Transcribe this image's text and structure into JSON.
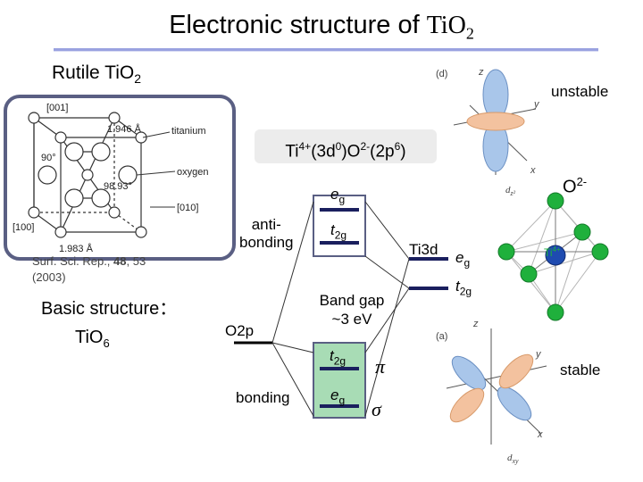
{
  "title": {
    "prefix": "Electronic structure of ",
    "formula": "TiO",
    "formula_sub": "2"
  },
  "rutile_label": {
    "text": "Rutile TiO",
    "sub": "2"
  },
  "crystal": {
    "axis_001": "[001]",
    "axis_100": "[100]",
    "axis_010": "[010]",
    "bond_long": "1.946 Å",
    "bond_short": "1.983 Å",
    "angle_90": "90°",
    "angle_98": "98.93°",
    "label_titanium": "titanium",
    "label_oxygen": "oxygen"
  },
  "citation": {
    "journal": "Surf. Sci. Rep., ",
    "volume": "48",
    "pages": ", 53",
    "year": "(2003)"
  },
  "basic_structure": {
    "label": "Basic structure：",
    "formula": "TiO",
    "formula_sub": "6"
  },
  "configuration": {
    "ti": "Ti",
    "ti_sup": "4+",
    "ti_orb": "(3d",
    "ti_occ": "0",
    "o": ")O",
    "o_sup": "2-",
    "o_orb": "(2p",
    "o_occ": "6",
    "close": ")"
  },
  "mo_diagram": {
    "antibonding": "anti-\nbonding",
    "bonding": "bonding",
    "o2p": "O2p",
    "ti3d": "Ti3d",
    "band_gap": "Band gap\n~3 eV",
    "eg": "e",
    "eg_sub": "g",
    "t2g": "t",
    "t2g_sub": "2g",
    "pi": "π",
    "sigma": "σ"
  },
  "orbital_panels": {
    "unstable": "unstable",
    "stable": "stable",
    "panel_d": "(d)",
    "panel_a": "(a)",
    "orbital_d": "d",
    "orbital_d_sub": "z²",
    "orbital_a_sub": "xy",
    "axis_z": "z",
    "axis_x": "x",
    "axis_y": "y"
  },
  "octahedron": {
    "ligand": "O",
    "ligand_sup": "2-",
    "center": "Ti",
    "center_sup": "4+"
  },
  "colors": {
    "orbital_blue": "#a9c6ea",
    "orbital_orange": "#f3c29f",
    "ligand_green": "#1fb03c",
    "level_navy": "#1a1f5e",
    "band_box": "#a8dcb5",
    "box_border": "#5a5f83"
  }
}
